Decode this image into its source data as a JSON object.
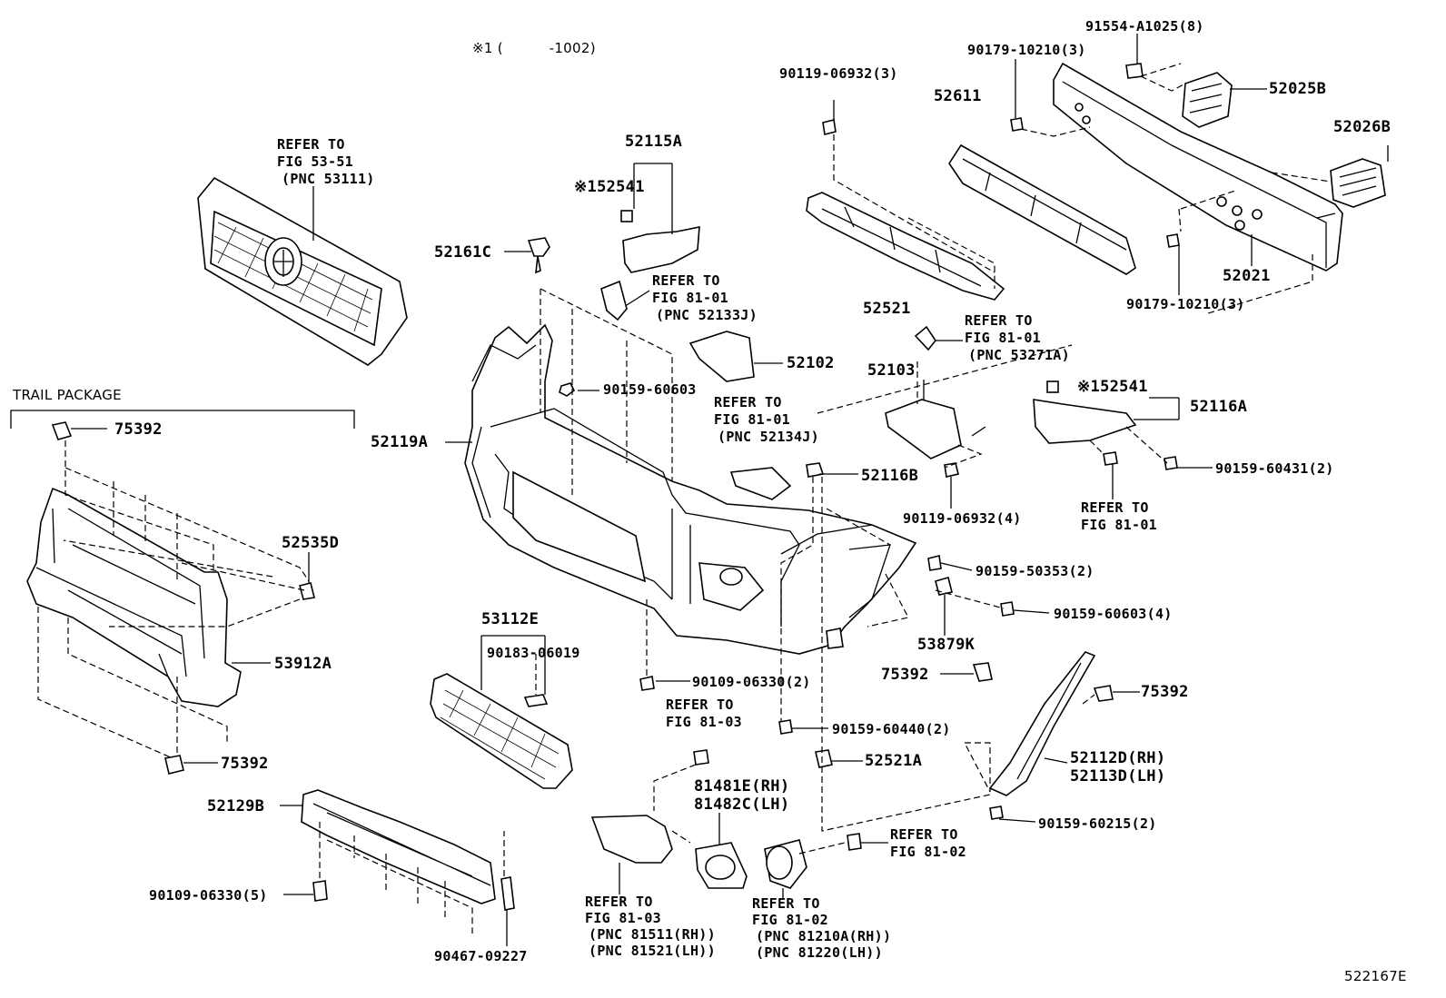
{
  "header_note": "※1 (          -1002)",
  "catalog_number": "522167E",
  "trail_package_label": "TRAIL PACKAGE",
  "refer_grille": {
    "line1": "REFER TO",
    "line2": "FIG 53-51",
    "line3": "(PNC 53111)"
  },
  "refer_52133J": {
    "line1": "REFER TO",
    "line2": "FIG 81-01",
    "line3": "(PNC 52133J)"
  },
  "refer_52134J": {
    "line1": "REFER TO",
    "line2": "FIG 81-01",
    "line3": "(PNC 52134J)"
  },
  "refer_53271A": {
    "line1": "REFER TO",
    "line2": "FIG 81-01",
    "line3": "(PNC 53271A)"
  },
  "refer_8101_right": {
    "line1": "REFER TO",
    "line2": "FIG 81-01"
  },
  "refer_8103_top": {
    "line1": "REFER TO",
    "line2": "FIG 81-03"
  },
  "refer_8103_bottom": {
    "line1": "REFER TO",
    "line2": "FIG 81-03",
    "line3": "(PNC 81511(RH))",
    "line4": "(PNC 81521(LH))"
  },
  "refer_8102_right": {
    "line1": "REFER TO",
    "line2": "FIG 81-02"
  },
  "refer_8102_bottom": {
    "line1": "REFER TO",
    "line2": "FIG 81-02",
    "line3": "(PNC 81210A(RH))",
    "line4": "(PNC 81220(LH))"
  },
  "parts": {
    "p52115A": "52115A",
    "p152541_left": "※152541",
    "p52161C": "52161C",
    "p52119A": "52119A",
    "p90159_60603": "90159-60603",
    "p52102": "52102",
    "p52611": "52611",
    "p52521": "52521",
    "p90119_06932_3": "90119-06932(3)",
    "p90179_10210_3_top": "90179-10210(3)",
    "p91554_A1025_8": "91554-A1025(8)",
    "p52025B": "52025B",
    "p52026B": "52026B",
    "p52021": "52021",
    "p90179_10210_3_bot": "90179-10210(3)",
    "p52103": "52103",
    "p52116B": "52116B",
    "p90119_06932_4": "90119-06932(4)",
    "p152541_right": "※152541",
    "p52116A": "52116A",
    "p90159_60431_2": "90159-60431(2)",
    "p75392_top": "75392",
    "p52535D": "52535D",
    "p53912A": "53912A",
    "p75392_bottom": "75392",
    "p52129B": "52129B",
    "p90109_06330_5": "90109-06330(5)",
    "p90467_09227": "90467-09227",
    "p53112E": "53112E",
    "p90183_06019": "90183-06019",
    "p90109_06330_2": "90109-06330(2)",
    "p90159_60440_2": "90159-60440(2)",
    "p81481E": "81481E(RH)",
    "p81482C": "81482C(LH)",
    "p52521A": "52521A",
    "p90159_50353_2": "90159-50353(2)",
    "p90159_60603_4": "90159-60603(4)",
    "p53879K": "53879K",
    "p75392_mid": "75392",
    "p75392_right": "75392",
    "p52112D": "52112D(RH)",
    "p52113D": "52113D(LH)",
    "p90159_60215_2": "90159-60215(2)"
  }
}
